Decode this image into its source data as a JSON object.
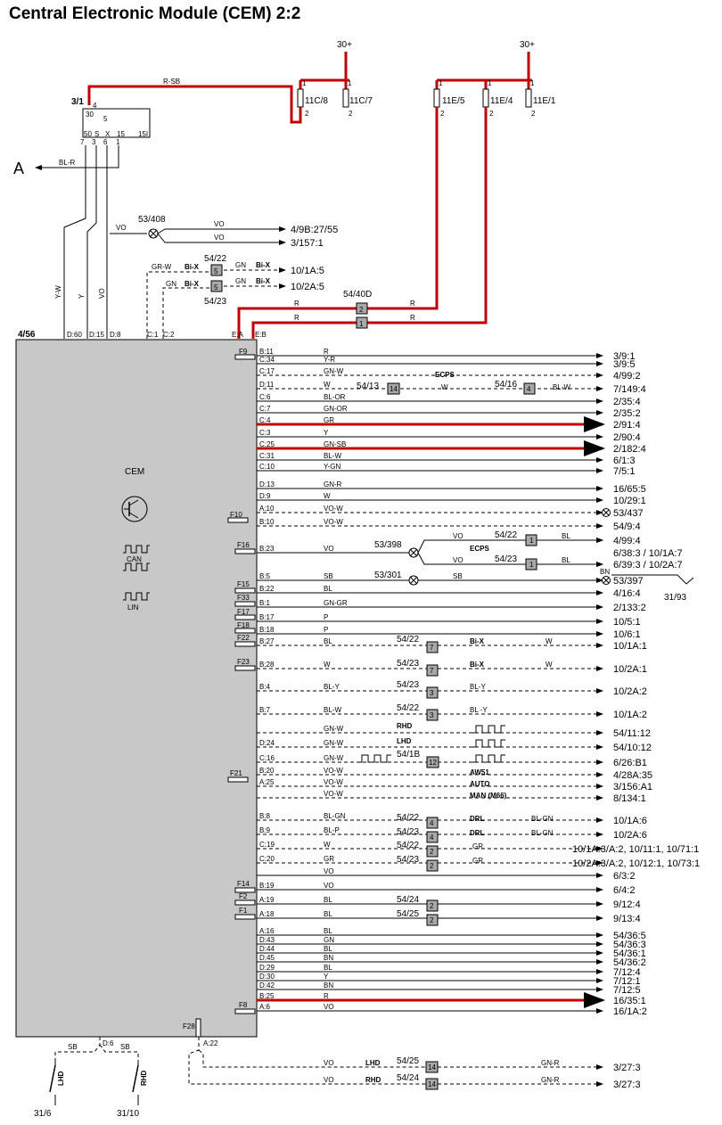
{
  "title": "Central Electronic Module (CEM) 2:2",
  "supply_30_left": "30+",
  "supply_30_right": "30+",
  "arrow_label_a": "A",
  "top": {
    "wire_r_sb": "R-SB",
    "comp_3_1": "3/1",
    "fuse_11c8": "11C/8",
    "fuse_11c7": "11C/7",
    "fuse_11e5": "11E/5",
    "fuse_11e4": "11E/4",
    "fuse_11e1": "11E/1",
    "wire_bl_r": "BL-R",
    "conn_53_408": "53/408",
    "vo_top_1": "VO",
    "vo_top_2": "VO",
    "vo_left": "VO",
    "dest_4_9b": "4/9B:27/55",
    "dest_3_157": "3/157:1",
    "conn_54_22": "54/22",
    "conn_54_23": "54/23",
    "gr_w": "GR-W",
    "gn_left": "GN",
    "gn_mid1": "GN",
    "gn_mid2": "GN",
    "bix_1": "Bi-X",
    "bix_2": "Bi-X",
    "bix_3": "Bi-X",
    "bix_4": "Bi-X",
    "dest_10_1a5": "10/1A:5",
    "dest_10_2a5": "10/2A:5",
    "box_5": "5",
    "conn_54_40d": "54/40D",
    "r_1": "R",
    "r_2": "R",
    "r_3": "R",
    "r_4": "R",
    "box_2": "2",
    "box_1": "1",
    "wire_y_w": "Y-W",
    "wire_y": "Y",
    "wire_vo": "VO",
    "pin_d60": "D:60",
    "pin_d15": "D:15",
    "pin_d8": "D:8",
    "pin_c1": "C:1",
    "pin_c2": "C:2",
    "pin_ea": "E:A",
    "pin_eb": "E:B",
    "ign_pins": [
      "30",
      "4",
      "5",
      "50",
      "S",
      "X",
      "15",
      "15I"
    ],
    "ign_nums": [
      "7",
      "3",
      "6",
      "1"
    ],
    "pin_2": "2",
    "pin_1": "1"
  },
  "module": {
    "id": "4/56",
    "name": "CEM",
    "can_label": "CAN",
    "lin_label": "LIN"
  },
  "fuses": [
    "F9",
    "F10",
    "F16",
    "F15",
    "F33",
    "F17",
    "F18",
    "F22",
    "F23",
    "F21",
    "F14",
    "F2",
    "F1",
    "F8",
    "F28"
  ],
  "rows": [
    {
      "pin": "B:11",
      "color": "R",
      "dest": "3/9:1"
    },
    {
      "pin": "C:34",
      "color": "Y-R",
      "dest": "3/9:5"
    },
    {
      "pin": "C:17",
      "color": "GN-W",
      "dest": "4/99:2"
    },
    {
      "pin": "D:11",
      "color": "W",
      "dest": "7/149:4"
    },
    {
      "pin": "C:6",
      "color": "BL-OR",
      "dest": "2/35:4"
    },
    {
      "pin": "C:7",
      "color": "GN-OR",
      "dest": "2/35:2"
    },
    {
      "pin": "C:4",
      "color": "GR",
      "dest": "2/91:4"
    },
    {
      "pin": "C:3",
      "color": "Y",
      "dest": "2/90:4"
    },
    {
      "pin": "C:25",
      "color": "GN-SB",
      "dest": "2/182:4"
    },
    {
      "pin": "C:31",
      "color": "BL-W",
      "dest": "6/1:3"
    },
    {
      "pin": "C:10",
      "color": "Y-GN",
      "dest": "7/5:1"
    },
    {
      "pin": "D:13",
      "color": "GN-R",
      "dest": "16/65:5"
    },
    {
      "pin": "D:9",
      "color": "W",
      "dest": "10/29:1"
    },
    {
      "pin": "A:10",
      "color": "VO-W",
      "dest": "53/437"
    },
    {
      "pin": "B:10",
      "color": "VO-W",
      "dest": "54/9:4"
    },
    {
      "pin": "B:23",
      "color": "VO",
      "dest": "6/38:3 / 10/1A:7"
    },
    {
      "pin": "",
      "color": "",
      "dest": "4/99:4"
    },
    {
      "pin": "",
      "color": "",
      "dest": "6/39:3 / 10/2A:7"
    },
    {
      "pin": "B:5",
      "color": "SB",
      "dest": "53/397"
    },
    {
      "pin": "B:22",
      "color": "BL",
      "dest": "4/16:4"
    },
    {
      "pin": "B:1",
      "color": "GN-GR",
      "dest": "2/133:2"
    },
    {
      "pin": "B:17",
      "color": "P",
      "dest": "10/5:1"
    },
    {
      "pin": "B:18",
      "color": "P",
      "dest": "10/6:1"
    },
    {
      "pin": "B:27",
      "color": "BL",
      "dest": "10/1A:1"
    },
    {
      "pin": "B:28",
      "color": "W",
      "dest": "10/2A:1"
    },
    {
      "pin": "B:4",
      "color": "BL-Y",
      "dest": "10/2A:2"
    },
    {
      "pin": "B:7",
      "color": "BL-W",
      "dest": "10/1A:2"
    },
    {
      "pin": "",
      "color": "GN-W",
      "dest": "54/11:12"
    },
    {
      "pin": "D:24",
      "color": "GN-W",
      "dest": "54/10:12"
    },
    {
      "pin": "C:16",
      "color": "GN-W",
      "dest": "6/26:B1"
    },
    {
      "pin": "B:20",
      "color": "VO-W",
      "dest": "4/28A:35"
    },
    {
      "pin": "A:25",
      "color": "VO-W",
      "dest": "3/156:A1"
    },
    {
      "pin": "",
      "color": "VO-W",
      "dest": "8/134:1"
    },
    {
      "pin": "B:8",
      "color": "BL-GN",
      "dest": "10/1A:6"
    },
    {
      "pin": "B:9",
      "color": "BL-P",
      "dest": "10/2A:6"
    },
    {
      "pin": "C:19",
      "color": "W",
      "dest": "10/1A:3/A:2, 10/11:1, 10/71:1"
    },
    {
      "pin": "C:20",
      "color": "GR",
      "dest": "10/2A:3/A:2, 10/12:1, 10/73:1"
    },
    {
      "pin": "",
      "color": "VO",
      "dest": "6/3:2"
    },
    {
      "pin": "B:19",
      "color": "VO",
      "dest": "6/4:2"
    },
    {
      "pin": "A:19",
      "color": "BL",
      "dest": "9/12:4"
    },
    {
      "pin": "A:18",
      "color": "BL",
      "dest": "9/13:4"
    },
    {
      "pin": "A:16",
      "color": "BL",
      "dest": "54/36:5"
    },
    {
      "pin": "D:43",
      "color": "GN",
      "dest": "54/36:3"
    },
    {
      "pin": "D:44",
      "color": "BL",
      "dest": "54/36:1"
    },
    {
      "pin": "D:45",
      "color": "BN",
      "dest": "54/36:2"
    },
    {
      "pin": "D:29",
      "color": "BL",
      "dest": "7/12:4"
    },
    {
      "pin": "D:30",
      "color": "Y",
      "dest": "7/12:1"
    },
    {
      "pin": "D:42",
      "color": "BN",
      "dest": "7/12:5"
    },
    {
      "pin": "B:25",
      "color": "R",
      "dest": "16/35:1"
    },
    {
      "pin": "A:6",
      "color": "VO",
      "dest": "16/1A:2"
    }
  ],
  "labels": {
    "ecps_1": "ECPS",
    "ecps_2": "ECPS",
    "c_54_13": "54/13",
    "c_54_16": "54/16",
    "w_mid": "W",
    "bl_w_right": "BL-W",
    "b14": "14",
    "b4": "4",
    "c_53_398": "53/398",
    "c_54_22a": "54/22",
    "c_54_23a": "54/23",
    "vo_a": "VO",
    "vo_b": "VO",
    "bl_a": "BL",
    "bl_b": "BL",
    "b1a": "1",
    "b1b": "1",
    "c_53_301": "53/301",
    "sb_mid": "SB",
    "bn": "BN",
    "c_31_93": "31/93",
    "c_54_22b": "54/22",
    "c_54_23b": "54/23",
    "bix_5": "Bi-X",
    "bix_6": "Bi-X",
    "w_a": "W",
    "w_b": "W",
    "b7a": "7",
    "b7b": "7",
    "c_54_23c": "54/23",
    "c_54_22c": "54/22",
    "bly_a": "BL-Y",
    "bly_b": "BL -Y",
    "b3a": "3",
    "b3b": "3",
    "rhd": "RHD",
    "lhd": "LHD",
    "c_54_1b": "54/1B",
    "b12": "12",
    "aw51": "AW51",
    "auto": "AUTO",
    "man": "MAN (M66)",
    "c_54_22d": "54/22",
    "c_54_23d": "54/23",
    "drl_1": "DRL",
    "drl_2": "DRL",
    "blgn_r": "BL-GN",
    "blgn_r2": "BL-GN",
    "b4c": "4",
    "b4d": "4",
    "c_54_22e": "54/22",
    "c_54_23e": "54/23",
    "gr_r1": "GR",
    "gr_r2": "GR",
    "b2a": "2",
    "b2b": "2",
    "c_54_24": "54/24",
    "c_54_25": "54/25",
    "b2c": "2",
    "b2d": "2",
    "bottom_d6": "D:6",
    "bottom_a22": "A:22",
    "sb_1": "SB",
    "sb_2": "SB",
    "lhd_sw": "LHD",
    "rhd_sw": "RHD",
    "gnd_31_6": "31/6",
    "gnd_31_10": "31/10",
    "vo_bot1": "VO",
    "vo_bot2": "VO",
    "lhd_bot": "LHD",
    "rhd_bot": "RHD",
    "c_54_25b": "54/25",
    "c_54_24b": "54/24",
    "b14a": "14",
    "b14b": "14",
    "gnr_1": "GN-R",
    "gnr_2": "GN-R",
    "dest_3_27a": "3/27:3",
    "dest_3_27b": "3/27:3"
  },
  "colors": {
    "power_wire": "#c00000",
    "module_fill": "#c8c8c8",
    "box_fill": "#a8a8a8"
  }
}
